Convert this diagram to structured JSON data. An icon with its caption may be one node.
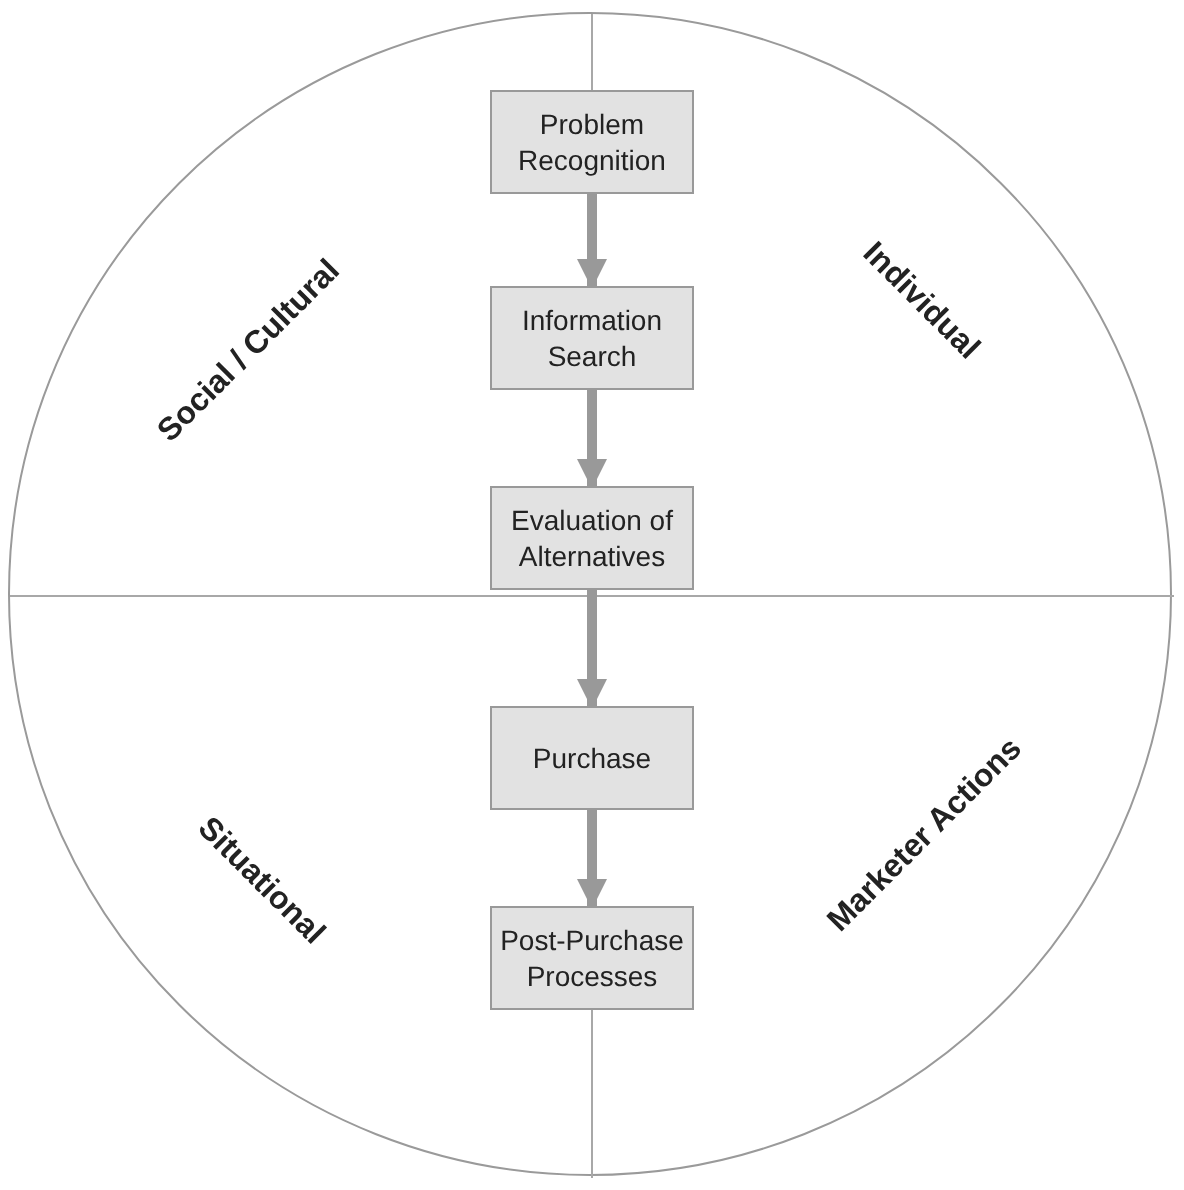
{
  "diagram": {
    "nodes": [
      {
        "text": [
          "Social / Cultural",
          "Individual",
          "Situational",
          "Marketer Actions"
        ]
      },
      {
        "text": [
          "Problem Recognition"
        ],
        "in": 0
      },
      {
        "text": [
          "Information Search"
        ],
        "in": 0
      },
      {
        "text": [
          "Evaluation of Alternatives"
        ],
        "in": 0
      },
      {
        "text": [
          "Purchase"
        ],
        "in": 0
      },
      {
        "text": [
          "Post-Purchase Processes"
        ],
        "in": 0
      }
    ],
    "edges": [
      {
        "from": 1,
        "to": 2,
        "arrow": "to"
      },
      {
        "from": 2,
        "to": 3,
        "arrow": "to"
      },
      {
        "from": 3,
        "to": 4,
        "arrow": "to"
      },
      {
        "from": 4,
        "to": 5,
        "arrow": "to"
      }
    ]
  }
}
